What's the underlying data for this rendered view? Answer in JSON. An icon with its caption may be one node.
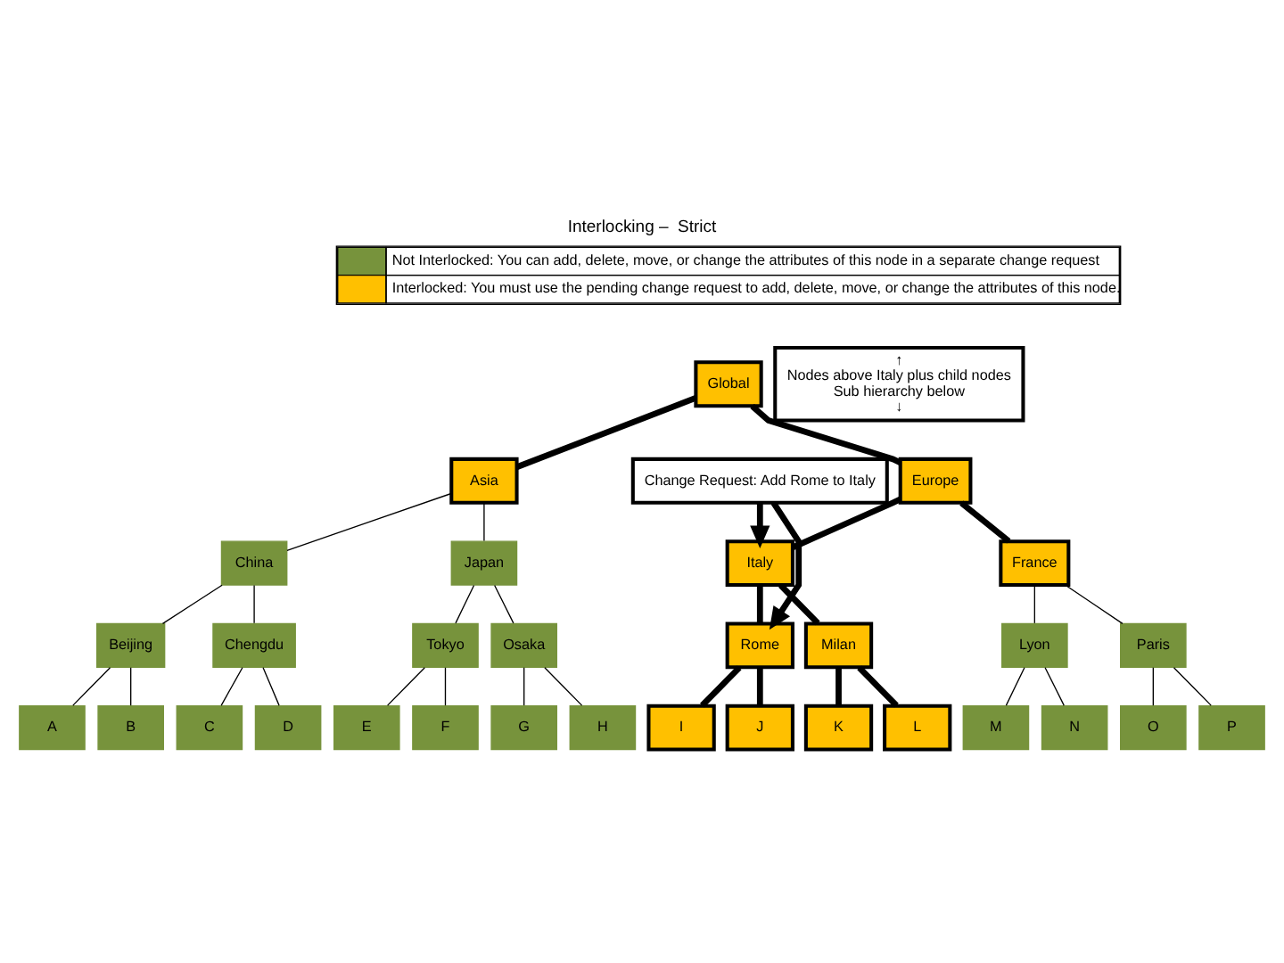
{
  "diagram": {
    "title": "Interlocking –  Strict",
    "nodes": [
      {
        "text": [
          "Global"
        ]
      },
      {
        "text": [
          "Asia"
        ]
      },
      {
        "text": [
          "Europe"
        ]
      },
      {
        "text": [
          "Change Request: Add Rome to Italy"
        ]
      },
      {
        "text": [
          "↑",
          "Nodes above Italy plus child nodes",
          "Sub hierarchy below",
          "↓"
        ]
      },
      {
        "text": [
          "Italy"
        ]
      },
      {
        "text": [
          "France"
        ]
      },
      {
        "text": [
          "China"
        ]
      },
      {
        "text": [
          "Japan"
        ]
      },
      {
        "text": [
          "Beijing"
        ]
      },
      {
        "text": [
          "Chengdu"
        ]
      },
      {
        "text": [
          "Tokyo"
        ]
      },
      {
        "text": [
          "Osaka"
        ]
      },
      {
        "text": [
          "Rome"
        ]
      },
      {
        "text": [
          "Milan"
        ]
      },
      {
        "text": [
          "Lyon"
        ]
      },
      {
        "text": [
          "Paris"
        ]
      },
      {
        "text": [
          "A"
        ]
      },
      {
        "text": [
          "B"
        ]
      },
      {
        "text": [
          "C"
        ]
      },
      {
        "text": [
          "D"
        ]
      },
      {
        "text": [
          "E"
        ]
      },
      {
        "text": [
          "F"
        ]
      },
      {
        "text": [
          "G"
        ]
      },
      {
        "text": [
          "H"
        ]
      },
      {
        "text": [
          "I"
        ]
      },
      {
        "text": [
          "J"
        ]
      },
      {
        "text": [
          "K"
        ]
      },
      {
        "text": [
          "L"
        ]
      },
      {
        "text": [
          "M"
        ]
      },
      {
        "text": [
          "N"
        ]
      },
      {
        "text": [
          "O"
        ]
      },
      {
        "text": [
          "P"
        ]
      }
    ],
    "edges": [
      {
        "from": 0,
        "to": 1,
        "arrow": "none",
        "style": "thick"
      },
      {
        "from": 0,
        "to": 2,
        "arrow": "none",
        "style": "thick"
      },
      {
        "from": 1,
        "to": 7,
        "arrow": "none"
      },
      {
        "from": 1,
        "to": 8,
        "arrow": "none"
      },
      {
        "from": 2,
        "to": 5,
        "arrow": "none",
        "style": "thick"
      },
      {
        "from": 2,
        "to": 6,
        "arrow": "none",
        "style": "thick"
      },
      {
        "from": 3,
        "to": 5,
        "arrow": "to",
        "style": "thick"
      },
      {
        "from": 3,
        "to": 13,
        "arrow": "to",
        "style": "thick"
      },
      {
        "from": 7,
        "to": 9,
        "arrow": "none"
      },
      {
        "from": 7,
        "to": 10,
        "arrow": "none"
      },
      {
        "from": 8,
        "to": 11,
        "arrow": "none"
      },
      {
        "from": 8,
        "to": 12,
        "arrow": "none"
      },
      {
        "from": 5,
        "to": 13,
        "arrow": "none",
        "style": "thick"
      },
      {
        "from": 5,
        "to": 14,
        "arrow": "none",
        "style": "thick"
      },
      {
        "from": 6,
        "to": 15,
        "arrow": "none"
      },
      {
        "from": 6,
        "to": 16,
        "arrow": "none"
      },
      {
        "from": 9,
        "to": 17,
        "arrow": "none"
      },
      {
        "from": 9,
        "to": 18,
        "arrow": "none"
      },
      {
        "from": 10,
        "to": 19,
        "arrow": "none"
      },
      {
        "from": 10,
        "to": 20,
        "arrow": "none"
      },
      {
        "from": 11,
        "to": 21,
        "arrow": "none"
      },
      {
        "from": 11,
        "to": 22,
        "arrow": "none"
      },
      {
        "from": 12,
        "to": 23,
        "arrow": "none"
      },
      {
        "from": 12,
        "to": 24,
        "arrow": "none"
      },
      {
        "from": 13,
        "to": 25,
        "arrow": "none",
        "style": "thick"
      },
      {
        "from": 13,
        "to": 26,
        "arrow": "none",
        "style": "thick"
      },
      {
        "from": 14,
        "to": 27,
        "arrow": "none",
        "style": "thick"
      },
      {
        "from": 14,
        "to": 28,
        "arrow": "none",
        "style": "thick"
      },
      {
        "from": 15,
        "to": 29,
        "arrow": "none"
      },
      {
        "from": 15,
        "to": 30,
        "arrow": "none"
      },
      {
        "from": 16,
        "to": 31,
        "arrow": "none"
      },
      {
        "from": 16,
        "to": 32,
        "arrow": "none"
      }
    ],
    "legend": [
      {
        "text": "Not Interlocked: You can add, delete, move, or change the attributes of this node in a separate change request",
        "color": "#77933c"
      },
      {
        "text": "Interlocked: You must use the pending change request to add, delete, move, or change the attributes of this node.",
        "color": "#ffc000"
      }
    ]
  }
}
